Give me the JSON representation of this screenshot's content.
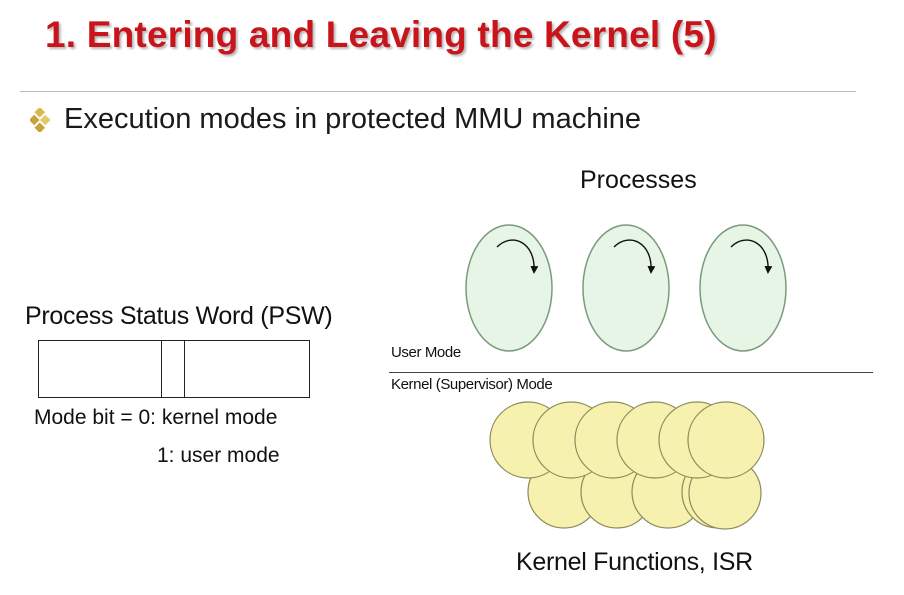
{
  "slide": {
    "title": "1. Entering and Leaving the Kernel (5)",
    "bullet": "Execution modes in protected MMU machine"
  },
  "processes": {
    "label": "Processes",
    "count": 3,
    "fill": "#e6f5e6",
    "stroke": "#7a9a7a"
  },
  "psw": {
    "title": "Process Status Word (PSW)",
    "mode_bit_line1": "Mode bit = 0: kernel mode",
    "mode_bit_line2": "1: user mode"
  },
  "modes": {
    "user": "User Mode",
    "kernel": "Kernel (Supervisor) Mode"
  },
  "kernel": {
    "label": "Kernel Functions, ISR",
    "fill": "#f6f1ae",
    "stroke": "#8e8a5a"
  },
  "colors": {
    "title": "#c8141a",
    "bullet": "#d4b24a",
    "rule": "#b8b8cc"
  }
}
